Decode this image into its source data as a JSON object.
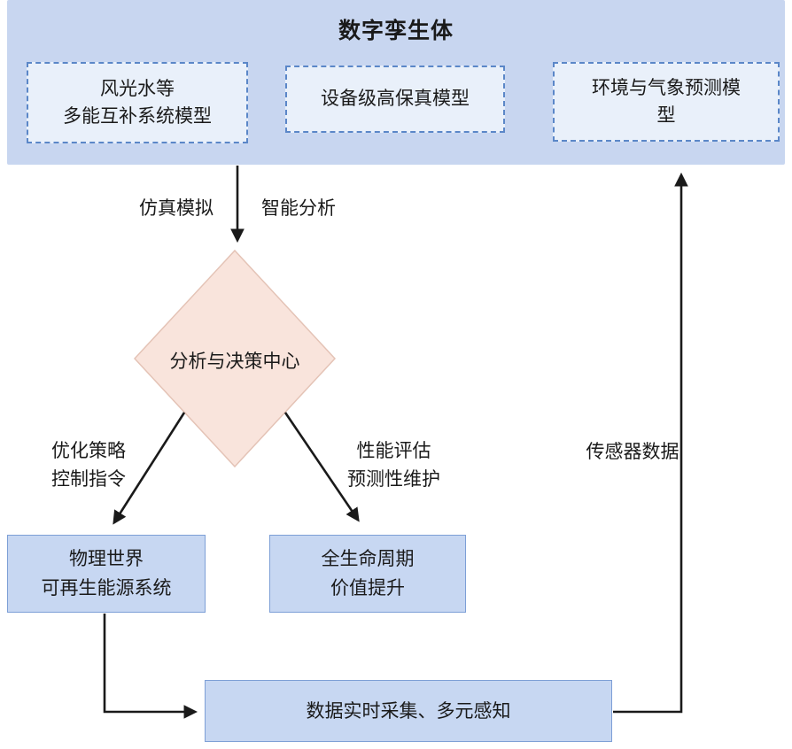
{
  "diagram": {
    "title": "数字孪生体",
    "top_models": {
      "multi_energy": "风光水等\n多能互补系统模型",
      "device_fidelity": "设备级高保真模型",
      "environment_forecast": "环境与气象预测模\n型"
    },
    "decision_center": "分析与决策中心",
    "flow_labels": {
      "simulation": "仿真模拟",
      "intelligent_analysis": "智能分析",
      "optimization": "优化策略\n控制指令",
      "performance": "性能评估\n预测性维护",
      "sensor_data": "传感器数据"
    },
    "nodes": {
      "physical_world": "物理世界\n可再生能源系统",
      "lifecycle_value": "全生命周期\n价值提升",
      "data_collection": "数据实时采集、多元感知"
    },
    "colors": {
      "panel_fill": "#c8d6f0",
      "dashed_box_fill": "#e9f0fa",
      "dashed_box_border": "#5b87c8",
      "node_fill": "#c7d7f2",
      "node_border": "#7d9fd6",
      "diamond_fill": "#f9e4dc",
      "diamond_border": "#e4c3b6",
      "arrow": "#1a1a1a",
      "text": "#1a1a1a"
    }
  }
}
